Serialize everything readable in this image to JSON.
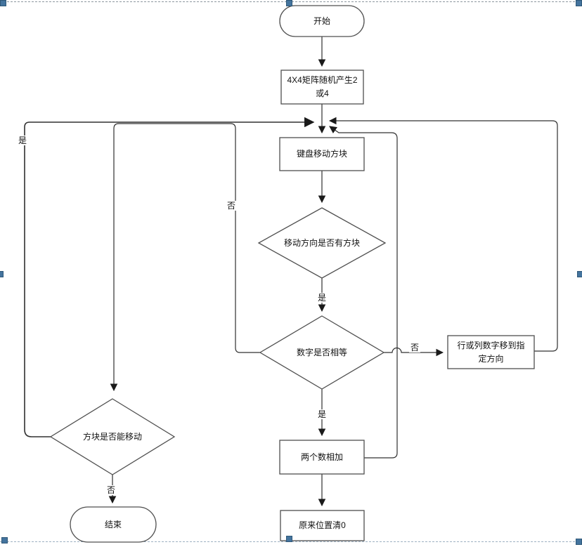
{
  "flowchart": {
    "nodes": [
      {
        "id": "start",
        "type": "terminator",
        "label": "开始"
      },
      {
        "id": "init",
        "type": "process",
        "label": "4X4矩阵随机产生2或4"
      },
      {
        "id": "keymove",
        "type": "process",
        "label": "键盘移动方块"
      },
      {
        "id": "has_block",
        "type": "decision",
        "label": "移动方向是否有方块"
      },
      {
        "id": "equal",
        "type": "decision",
        "label": "数字是否相等"
      },
      {
        "id": "shift",
        "type": "process",
        "label": "行或列数字移到指定方向"
      },
      {
        "id": "add",
        "type": "process",
        "label": "两个数相加"
      },
      {
        "id": "clear",
        "type": "process",
        "label": "原来位置清0"
      },
      {
        "id": "can_move",
        "type": "decision",
        "label": "方块是否能移动"
      },
      {
        "id": "end",
        "type": "terminator",
        "label": "结束"
      }
    ],
    "edge_labels": {
      "can_move_yes": "是",
      "equal_no_left": "否",
      "has_block_yes": "是",
      "equal_no_right": "否",
      "equal_yes": "是",
      "can_move_no": "否"
    },
    "colors": {
      "shape_border": "#4f4f4f",
      "connector": "#303030",
      "selection_handle": "#44749e"
    }
  }
}
